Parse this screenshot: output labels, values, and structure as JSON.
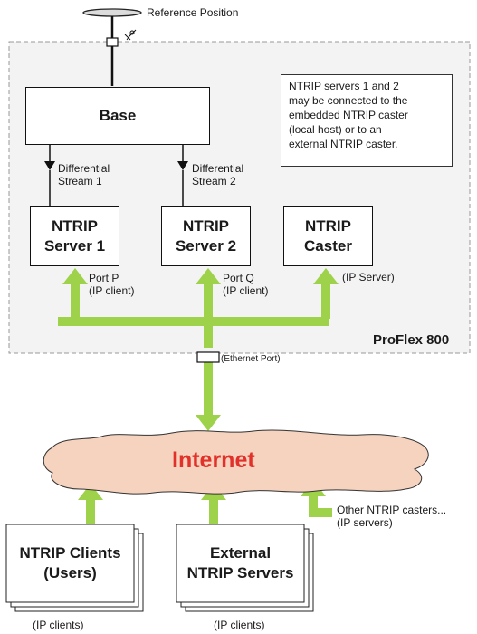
{
  "reference_position": "Reference Position",
  "base": "Base",
  "diff_stream_1": [
    "Differential",
    "Stream 1"
  ],
  "diff_stream_2": [
    "Differential",
    "Stream 2"
  ],
  "ntrip_server_1": [
    "NTRIP",
    "Server 1"
  ],
  "ntrip_server_2": [
    "NTRIP",
    "Server 2"
  ],
  "ntrip_caster": [
    "NTRIP",
    "Caster"
  ],
  "note_lines": [
    "NTRIP servers 1 and 2",
    "may be connected to the",
    "embedded NTRIP caster",
    "(local host) or to an",
    "external NTRIP caster."
  ],
  "port_p": [
    "Port P",
    "(IP client)"
  ],
  "port_q": [
    "Port Q",
    "(IP client)"
  ],
  "ip_server": "(IP Server)",
  "proflex": "ProFlex 800",
  "ethernet_port": "(Ethernet Port)",
  "internet": "Internet",
  "other_casters": [
    "Other NTRIP casters...",
    "(IP servers)"
  ],
  "ntrip_clients": [
    "NTRIP Clients",
    "(Users)"
  ],
  "external_servers": [
    "External",
    "NTRIP Servers"
  ],
  "ip_clients_1": "(IP clients)",
  "ip_clients_2": "(IP clients)",
  "colors": {
    "arrow_green": "#9dd24a",
    "cloud_fill": "#f5d3be",
    "internet_red": "#e2302a"
  }
}
